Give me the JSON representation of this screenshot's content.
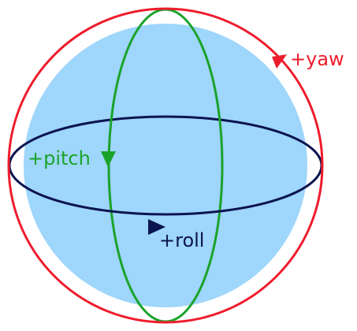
{
  "colors": {
    "background": "#ffffff",
    "sphere": "#9fd6fb",
    "yaw": "#ee1c2c",
    "pitch": "#1aa32a",
    "roll": "#0c1450"
  },
  "labels": {
    "yaw": "+yaw",
    "pitch": "+pitch",
    "roll": "+roll"
  }
}
